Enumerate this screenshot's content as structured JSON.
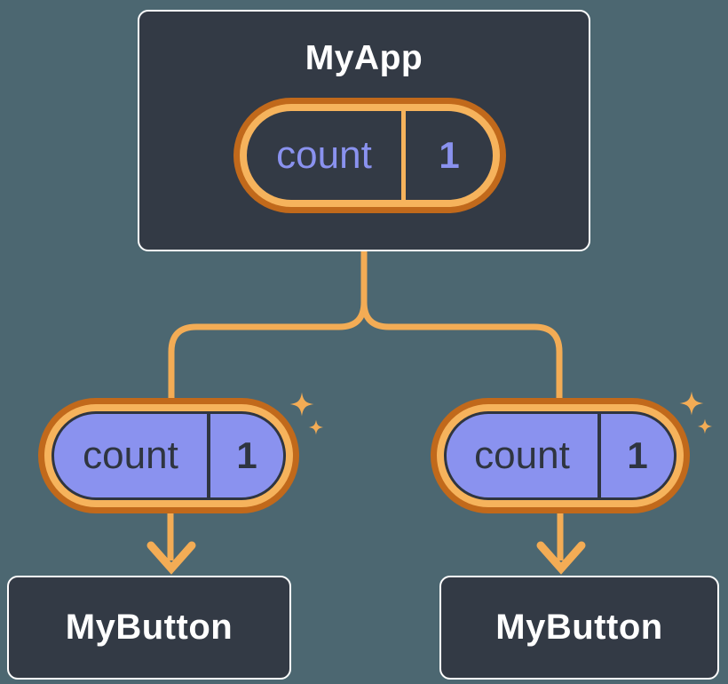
{
  "diagram": {
    "description": "component tree with state passed down as props",
    "root": {
      "title": "MyApp",
      "state": {
        "name": "count",
        "value": "1"
      }
    },
    "children": [
      {
        "title": "MyButton",
        "prop": {
          "name": "count",
          "value": "1"
        }
      },
      {
        "title": "MyButton",
        "prop": {
          "name": "count",
          "value": "1"
        }
      }
    ],
    "colors": {
      "background": "#4C6771",
      "node_fill": "#333A45",
      "node_border": "#FFFFFF",
      "ring_outer": "#C1691B",
      "ring_inner": "#F6B35C",
      "connector": "#F3AC55",
      "purple": "#8A92EF",
      "dark_text": "#2F3540",
      "title_text": "#FFFFFF"
    }
  }
}
